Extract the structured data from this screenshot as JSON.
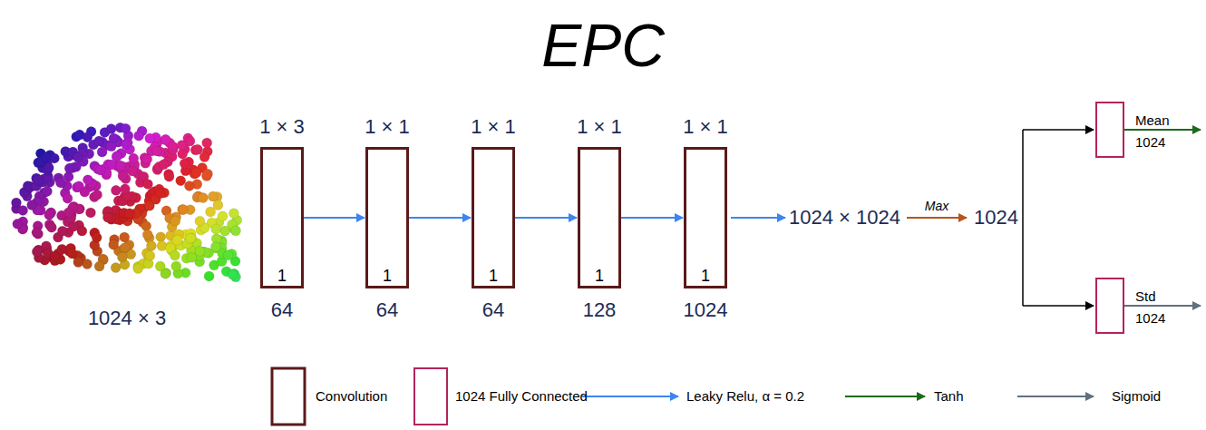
{
  "diagram": {
    "title": "EPC",
    "nodes": [
      {
        "text": [
          "1 × 3",
          "1",
          "64"
        ]
      },
      {
        "text": [
          "1 × 1",
          "1",
          "64"
        ]
      },
      {
        "text": [
          "1 × 1",
          "1",
          "64"
        ]
      },
      {
        "text": [
          "1 × 1",
          "1",
          "128"
        ]
      },
      {
        "text": [
          "1 × 1",
          "1",
          "1024"
        ]
      },
      {
        "text": [
          "Mean",
          "1024"
        ]
      },
      {
        "text": [
          "Std",
          "1024"
        ]
      }
    ],
    "edges": [
      {
        "from": 0,
        "to": 1,
        "arrow": "to"
      },
      {
        "from": 1,
        "to": 2,
        "arrow": "to"
      },
      {
        "from": 2,
        "to": 3,
        "arrow": "to"
      },
      {
        "from": 3,
        "to": 4,
        "arrow": "to"
      }
    ],
    "labels": [
      "1024 × 3",
      "1024 × 1024",
      "Max",
      "1024"
    ],
    "legend": [
      {
        "text": "Convolution"
      },
      {
        "text": "1024 Fully Connected"
      },
      {
        "text": "Leaky Relu, α = 0.2"
      },
      {
        "text": "Tanh"
      },
      {
        "text": "Sigmoid"
      }
    ]
  }
}
